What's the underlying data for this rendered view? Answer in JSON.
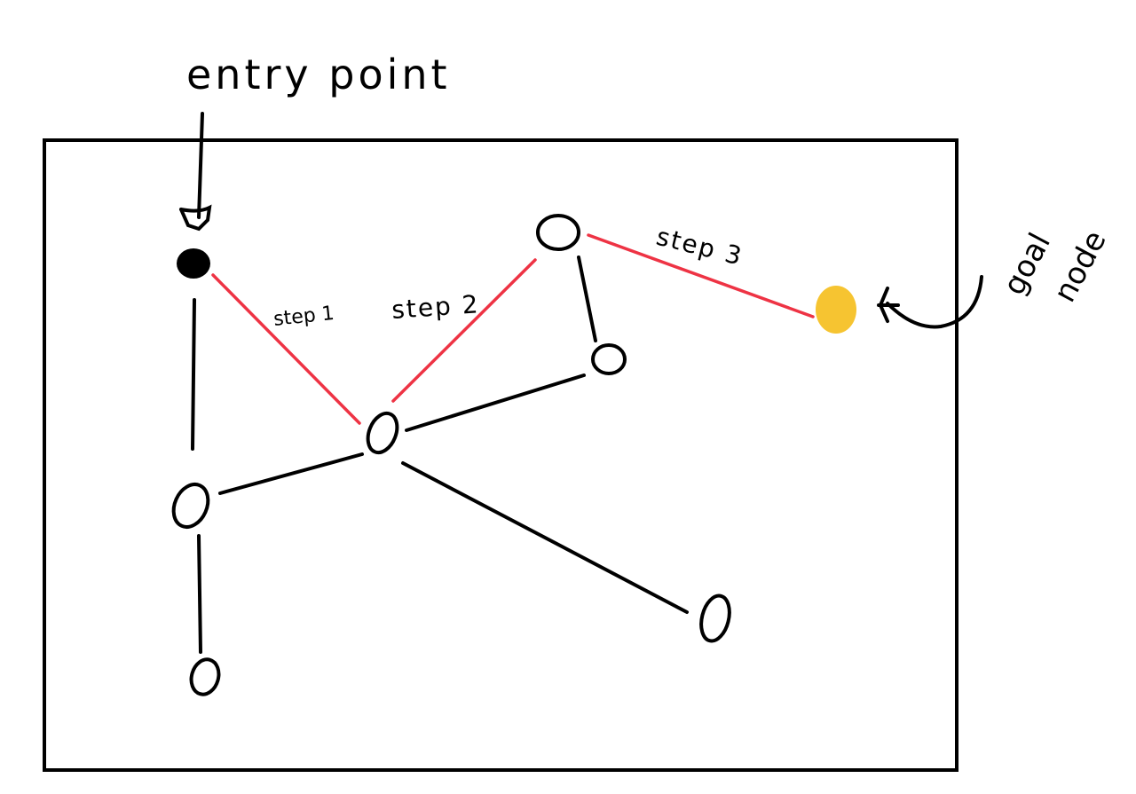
{
  "annotations": {
    "entry": "entry point",
    "step1": "step 1",
    "step2": "step 2",
    "step3": "step 3",
    "goal_line1": "goal",
    "goal_line2": "node"
  },
  "colors": {
    "path_edge": "#ee3344",
    "goal_node": "#f6c431",
    "entry_node": "#000000",
    "edge": "#000000"
  },
  "icons": [
    "entry-arrow-icon",
    "goal-arrow-icon"
  ]
}
